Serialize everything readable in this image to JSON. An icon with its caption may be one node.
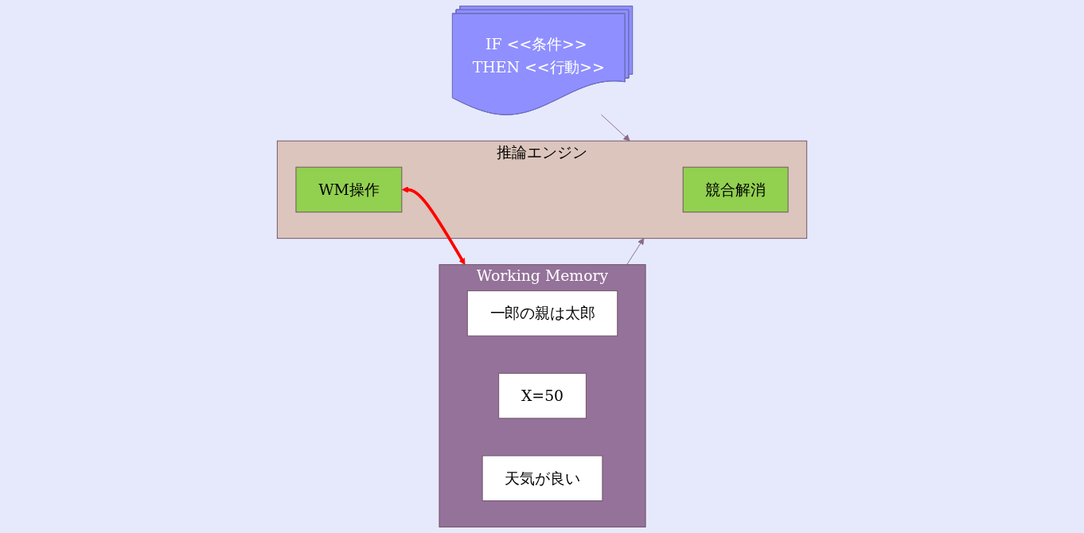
{
  "diagram": {
    "nodes": [
      {
        "text": [
          "IF <<条件>> THEN <<行動>>"
        ]
      },
      {
        "text": [
          "推論エンジン"
        ]
      },
      {
        "text": [
          "競合解消"
        ],
        "in": 1
      },
      {
        "text": [
          "WM操作"
        ],
        "in": 1
      },
      {
        "text": [
          "Working Memory"
        ]
      },
      {
        "text": [
          "一郎の親は太郎"
        ],
        "in": 4
      },
      {
        "text": [
          "X=50"
        ],
        "in": 4
      },
      {
        "text": [
          "天気が良い"
        ],
        "in": 4
      }
    ],
    "edges": [
      {
        "from": 0,
        "to": 1,
        "arrow": "to"
      },
      {
        "from": 4,
        "to": 1,
        "arrow": "to"
      },
      {
        "from": 3,
        "to": 4,
        "arrow": "both",
        "style": "thick",
        "color": "#ff0000"
      }
    ]
  }
}
